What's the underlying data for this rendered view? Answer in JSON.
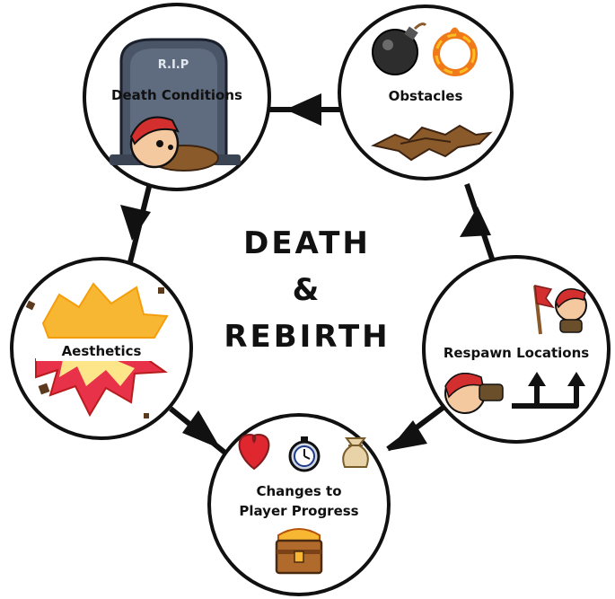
{
  "center": {
    "line1": "DEATH",
    "line2": "&",
    "line3": "REBIRTH"
  },
  "nodes": {
    "death_conditions": {
      "label": "Death Conditions",
      "tombstone_text": "R.I.P"
    },
    "obstacles": {
      "label": "Obstacles"
    },
    "respawn_locations": {
      "label": "Respawn Locations"
    },
    "player_progress": {
      "label_line1": "Changes to",
      "label_line2": "Player Progress"
    },
    "aesthetics": {
      "label": "Aesthetics"
    }
  },
  "colors": {
    "outline": "#111111",
    "heart": "#e0262f",
    "fire": "#f07a1a",
    "explosion_outer": "#e8324a",
    "explosion_inner": "#f7b733",
    "chest": "#b06a2c",
    "tombstone": "#4a5568"
  }
}
